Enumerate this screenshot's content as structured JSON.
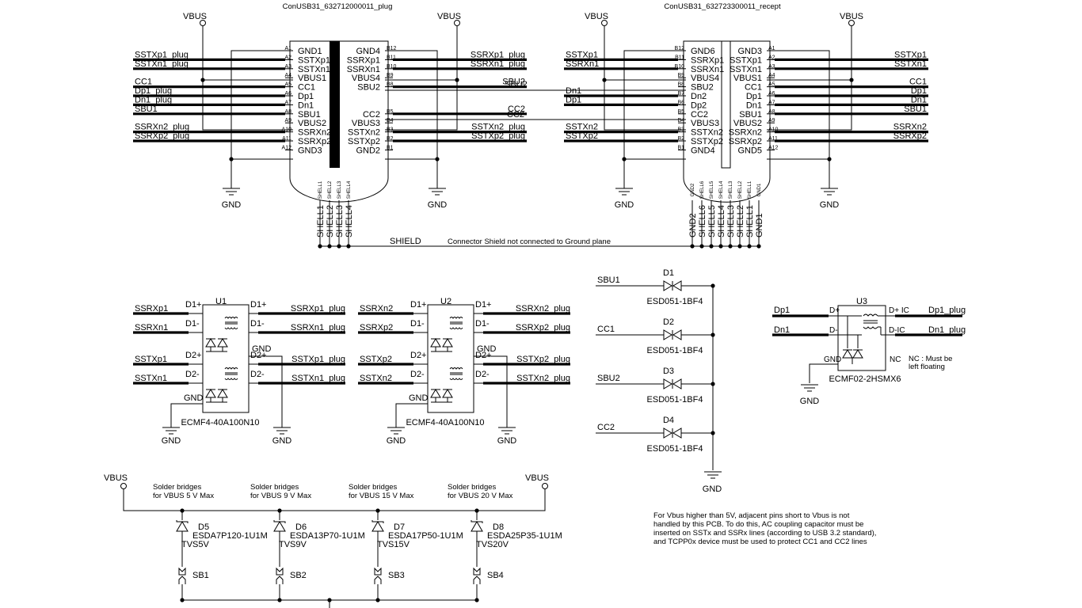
{
  "connectors": {
    "plug": {
      "title": "ConUSB31_632712000011_plug",
      "left_pins": [
        {
          "num": "A1",
          "name": "GND1",
          "net": ""
        },
        {
          "num": "A2",
          "name": "SSTXp1",
          "net": "SSTXp1_plug"
        },
        {
          "num": "A3",
          "name": "SSTXn1",
          "net": "SSTXn1_plug"
        },
        {
          "num": "A4",
          "name": "VBUS1",
          "net": ""
        },
        {
          "num": "A5",
          "name": "CC1",
          "net": "CC1"
        },
        {
          "num": "A6",
          "name": "Dp1",
          "net": "Dp1_plug"
        },
        {
          "num": "A7",
          "name": "Dn1",
          "net": "Dn1_plug"
        },
        {
          "num": "A8",
          "name": "SBU1",
          "net": "SBU1"
        },
        {
          "num": "A9",
          "name": "VBUS2",
          "net": ""
        },
        {
          "num": "A10",
          "name": "SSRXn2",
          "net": "SSRXn2_plug"
        },
        {
          "num": "A11",
          "name": "SSRXp2",
          "net": "SSRXp2_plug"
        },
        {
          "num": "A12",
          "name": "GND3",
          "net": ""
        }
      ],
      "right_pins": [
        {
          "num": "B12",
          "name": "GND4",
          "net": ""
        },
        {
          "num": "B11",
          "name": "SSRXp1",
          "net": "SSRXp1_plug"
        },
        {
          "num": "B10",
          "name": "SSRXn1",
          "net": "SSRXn1_plug"
        },
        {
          "num": "B9",
          "name": "VBUS4",
          "net": ""
        },
        {
          "num": "B8",
          "name": "SBU2",
          "net": "SBU2"
        },
        {
          "num": "",
          "name": "",
          "net": ""
        },
        {
          "num": "",
          "name": "",
          "net": ""
        },
        {
          "num": "B5",
          "name": "CC2",
          "net": "CC2"
        },
        {
          "num": "B4",
          "name": "VBUS3",
          "net": ""
        },
        {
          "num": "B3",
          "name": "SSTXn2",
          "net": "SSTXn2_plug"
        },
        {
          "num": "B2",
          "name": "SSTXp2",
          "net": "SSTXp2_plug"
        },
        {
          "num": "B1",
          "name": "GND2",
          "net": ""
        }
      ],
      "shell_small": [
        "SHELL1",
        "SHELL2",
        "SHELL3",
        "SHELL4"
      ],
      "shell_pins": [
        "SHELL1",
        "SHELL2",
        "SHELL3",
        "SHELL4"
      ]
    },
    "recept": {
      "title": "ConUSB31_632723300011_recept",
      "left_pins": [
        {
          "num": "B12",
          "name": "GND6",
          "net": ""
        },
        {
          "num": "B11",
          "name": "SSRXp1",
          "net": "SSTXp1"
        },
        {
          "num": "B10",
          "name": "SSRXn1",
          "net": "SSRXn1"
        },
        {
          "num": "B9",
          "name": "VBUS4",
          "net": ""
        },
        {
          "num": "B8",
          "name": "SBU2",
          "net": ""
        },
        {
          "num": "B7",
          "name": "Dn2",
          "net": "Dn1"
        },
        {
          "num": "B6",
          "name": "Dp2",
          "net": "Dp1"
        },
        {
          "num": "B5",
          "name": "CC2",
          "net": ""
        },
        {
          "num": "B4",
          "name": "VBUS3",
          "net": ""
        },
        {
          "num": "B3",
          "name": "SSTXn2",
          "net": "SSTXn2"
        },
        {
          "num": "B2",
          "name": "SSTXp2",
          "net": "SSTXp2"
        },
        {
          "num": "B1",
          "name": "GND4",
          "net": ""
        }
      ],
      "right_pins": [
        {
          "num": "A1",
          "name": "GND3",
          "net": ""
        },
        {
          "num": "A2",
          "name": "SSTXp1",
          "net": "SSTXp1"
        },
        {
          "num": "A3",
          "name": "SSTXn1",
          "net": "SSTXn1"
        },
        {
          "num": "A4",
          "name": "VBUS1",
          "net": ""
        },
        {
          "num": "A5",
          "name": "CC1",
          "net": "CC1"
        },
        {
          "num": "A6",
          "name": "Dp1",
          "net": "Dp1"
        },
        {
          "num": "A7",
          "name": "Dn1",
          "net": "Dn1"
        },
        {
          "num": "A8",
          "name": "SBU1",
          "net": "SBU1"
        },
        {
          "num": "A9",
          "name": "VBUS2",
          "net": ""
        },
        {
          "num": "A10",
          "name": "SSRXn2",
          "net": "SSRXn2"
        },
        {
          "num": "A11",
          "name": "SSRXp2",
          "net": "SSRXp2"
        },
        {
          "num": "A12",
          "name": "GND5",
          "net": ""
        }
      ],
      "shell_small": [
        "GND2",
        "SHELL6",
        "SHELL5",
        "SHELL4",
        "SHELL3",
        "SHELL2",
        "SHELL1",
        "GND1"
      ],
      "shell_pins": [
        "GND2",
        "SHELL6",
        "SHELL5",
        "SHELL4",
        "SHELL3",
        "SHELL2",
        "SHELL1",
        "GND1"
      ]
    }
  },
  "power": {
    "vbus": "VBUS",
    "gnd": "GND"
  },
  "mid_nets": {
    "sbu2": "SBU2",
    "cc2": "CC2"
  },
  "shield": {
    "label": "SHIELD",
    "note": "Connector Shield not connected to Ground plane"
  },
  "u1": {
    "ref": "U1",
    "part": "ECMF4-40A100N10",
    "pins": {
      "d1p": "D1+",
      "d1m": "D1-",
      "d2p": "D2+",
      "d2m": "D2-",
      "gnd": "GND",
      "o1p": "D1+",
      "o1m": "D1-",
      "o2p": "D2+",
      "o2m": "D2-"
    },
    "in_nets": [
      "SSRXp1",
      "SSRXn1",
      "SSTXp1",
      "SSTXn1"
    ],
    "out_nets": [
      "SSRXp1_plug",
      "SSRXn1_plug",
      "SSTXp1_plug",
      "SSTXn1_plug"
    ]
  },
  "u2": {
    "ref": "U2",
    "part": "ECMF4-40A100N10",
    "pins": {
      "d1p": "D1+",
      "d1m": "D1-",
      "d2p": "D2+",
      "d2m": "D2-",
      "gnd": "GND",
      "o1p": "D1+",
      "o1m": "D1-",
      "o2p": "D2+",
      "o2m": "D2-"
    },
    "in_nets": [
      "SSRXn2",
      "SSRXp2",
      "SSTXp2",
      "SSTXn2"
    ],
    "out_nets": [
      "SSRXn2_plug",
      "SSRXp2_plug",
      "SSTXp2_plug",
      "SSTXn2_plug"
    ]
  },
  "u3": {
    "ref": "U3",
    "part": "ECMF02-2HSMX6",
    "pins": {
      "dp": "D+",
      "dm": "D-",
      "dpic": "D+ IC",
      "dmic": "D-IC",
      "gnd": "GND",
      "nc": "NC"
    },
    "in_nets": [
      "Dp1",
      "Dn1"
    ],
    "out_nets": [
      "Dp1_plug",
      "Dn1_plug"
    ],
    "note": [
      "NC : Must be",
      "left floating"
    ]
  },
  "esd": [
    {
      "ref": "D1",
      "net": "SBU1",
      "part": "ESD051-1BF4"
    },
    {
      "ref": "D2",
      "net": "CC1",
      "part": "ESD051-1BF4"
    },
    {
      "ref": "D3",
      "net": "SBU2",
      "part": "ESD051-1BF4"
    },
    {
      "ref": "D4",
      "net": "CC2",
      "part": "ESD051-1BF4"
    }
  ],
  "tvs": [
    {
      "bridge": [
        "Solder bridges",
        "for VBUS 5 V Max"
      ],
      "ref": "D5",
      "part": "ESDA7P120-1U1M",
      "tvs": "TVS5V",
      "sb": "SB1"
    },
    {
      "bridge": [
        "Solder bridges",
        "for VBUS 9 V Max"
      ],
      "ref": "D6",
      "part": "ESDA13P70-1U1M",
      "tvs": "TVS9V",
      "sb": "SB2"
    },
    {
      "bridge": [
        "Solder bridges",
        "for VBUS 15 V Max"
      ],
      "ref": "D7",
      "part": "ESDA17P50-1U1M",
      "tvs": "TVS15V",
      "sb": "SB3"
    },
    {
      "bridge": [
        "Solder bridges",
        "for VBUS 20 V Max"
      ],
      "ref": "D8",
      "part": "ESDA25P35-1U1M",
      "tvs": "TVS20V",
      "sb": "SB4"
    }
  ],
  "note": [
    "For Vbus higher than 5V, adjacent pins short to Vbus is not",
    "handled by this PCB. To do this, AC coupling capacitor must be",
    "inserted on SSTx and SSRx lines (according to USB 3.2 standard),",
    "and TCPP0x device must be used to protect CC1 and CC2 lines"
  ]
}
